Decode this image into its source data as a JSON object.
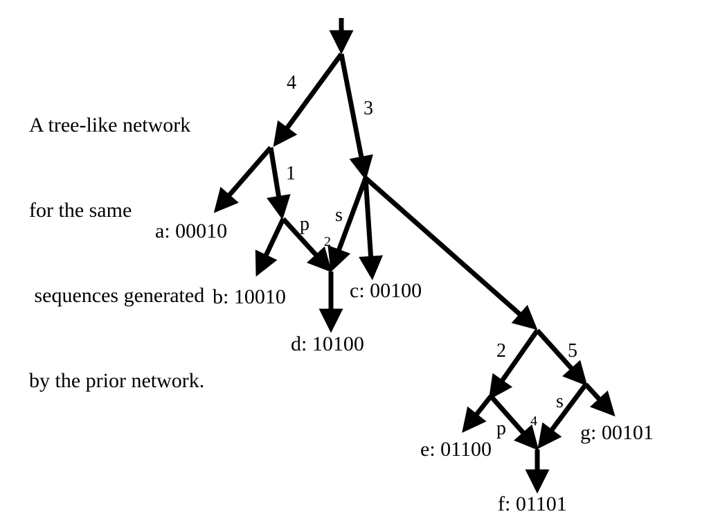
{
  "caption": {
    "lines": [
      "A tree-like network",
      "for the same",
      " sequences generated",
      "by the prior network."
    ]
  },
  "edge_labels": {
    "root_left": "4",
    "root_right": "3",
    "left_inner": "1",
    "reticulation_p_upper": "p",
    "reticulation_s_upper": "s",
    "reticulation_id_upper": "2",
    "right_lower_left": "2",
    "right_lower_right": "5",
    "reticulation_p_lower": "p",
    "reticulation_s_lower": "s",
    "reticulation_id_lower": "4"
  },
  "leaves": {
    "a": "a: 00010",
    "b": "b: 10010",
    "c": "c: 00100",
    "d": "d: 10100",
    "e": "e: 01100",
    "f": "f: 01101",
    "g": "g: 00101"
  },
  "colors": {
    "edge": "#000000",
    "background": "#ffffff"
  }
}
